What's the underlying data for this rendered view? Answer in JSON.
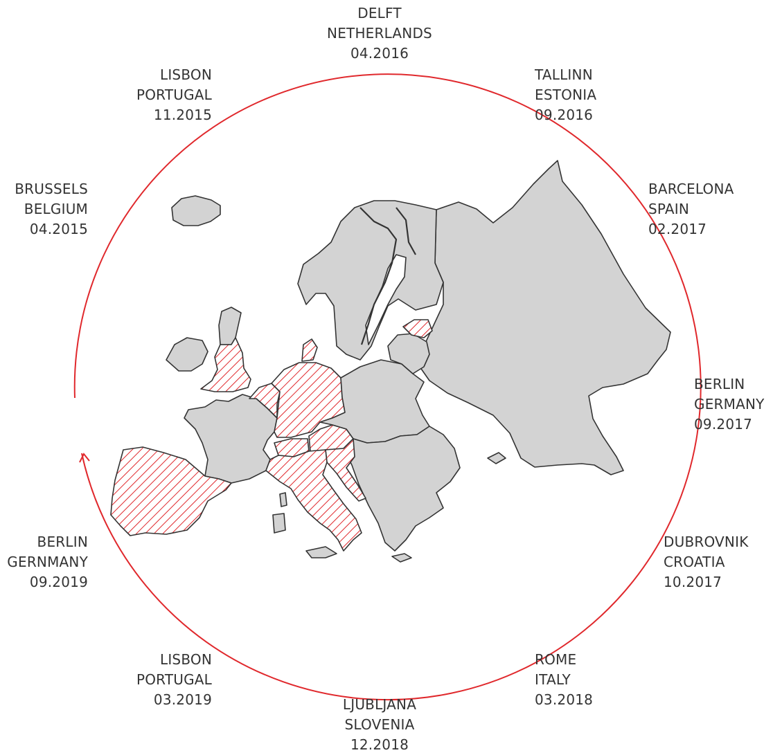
{
  "colors": {
    "accent": "#e0282c",
    "land": "#d3d3d3",
    "border": "#333333",
    "text": "#333333",
    "background": "#ffffff"
  },
  "journey": {
    "direction": "clockwise",
    "stops": [
      {
        "city": "BRUSSELS",
        "country": "BELGIUM",
        "date": "04.2015"
      },
      {
        "city": "LISBON",
        "country": "PORTUGAL",
        "date": "11.2015"
      },
      {
        "city": "DELFT",
        "country": "NETHERLANDS",
        "date": "04.2016"
      },
      {
        "city": "TALLINN",
        "country": "ESTONIA",
        "date": "09.2016"
      },
      {
        "city": "BARCELONA",
        "country": "SPAIN",
        "date": "02.2017"
      },
      {
        "city": "BERLIN",
        "country": "GERMANY",
        "date": "09.2017"
      },
      {
        "city": "DUBROVNIK",
        "country": "CROATIA",
        "date": "10.2017"
      },
      {
        "city": "ROME",
        "country": "ITALY",
        "date": "03.2018"
      },
      {
        "city": "LJUBLJANA",
        "country": "SLOVENIA",
        "date": "12.2018"
      },
      {
        "city": "LISBON",
        "country": "PORTUGAL",
        "date": "03.2019"
      },
      {
        "city": "BERLIN",
        "country": "GERNMANY",
        "date": "09.2019"
      }
    ]
  },
  "map": {
    "highlighted_countries": [
      "Belgium",
      "Portugal",
      "Netherlands",
      "Estonia",
      "Spain",
      "Germany",
      "Croatia",
      "Italy",
      "Slovenia",
      "Austria",
      "Switzerland",
      "Luxembourg",
      "Denmark",
      "United Kingdom"
    ],
    "highlight_style": "red diagonal hatch"
  }
}
